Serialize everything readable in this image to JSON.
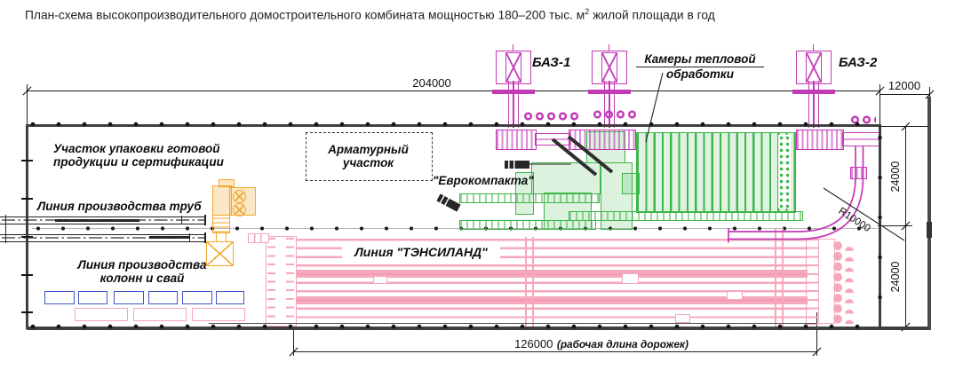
{
  "title": {
    "pre": "План-схема высокопроизводительного домостроительного комбината мощностью 180–200 тыс. м",
    "sup": "2",
    "post": " жилой площади в год"
  },
  "labels": {
    "baz1": "БАЗ-1",
    "baz2": "БАЗ-2",
    "heat_line1": "Камеры тепловой",
    "heat_line2": "обработки",
    "packing_line1": "Участок упаковки готовой",
    "packing_line2": "продукции и сертификации",
    "rebar_line1": "Арматурный",
    "rebar_line2": "участок",
    "eurocompact": "\"Еврокомпакта\"",
    "pipes_line": "Линия производства труб",
    "columns_line1": "Линия производства",
    "columns_line2": "колонн и свай",
    "tensiland": "Линия \"ТЭНСИЛАНД\""
  },
  "dimensions": {
    "total_length": "204000",
    "annex_width": "12000",
    "bay_top": "24000",
    "bay_bottom": "24000",
    "radius": "R10000",
    "runway_length": "126000",
    "runway_note": "(рабочая длина дорожек)"
  },
  "colors": {
    "magenta_equipment": "#c23ab6",
    "green_equipment": "#3eb648",
    "pink_equipment": "#f5a7bb",
    "orange_equipment": "#f2a72e",
    "blue_equipment": "#4355c4",
    "linework": "#1f1f1f"
  }
}
